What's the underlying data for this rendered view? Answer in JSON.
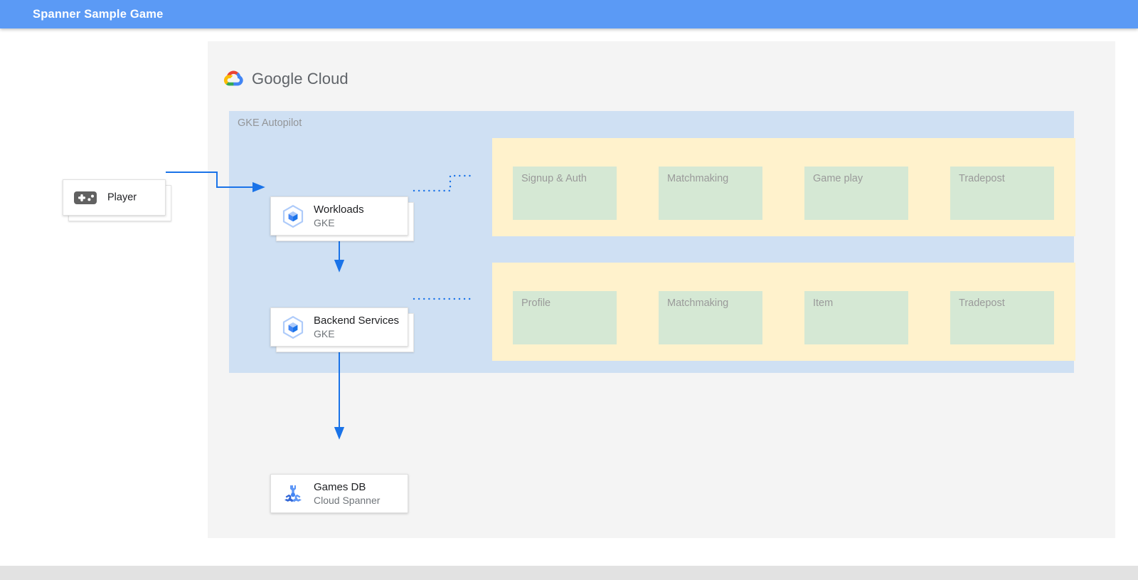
{
  "appbar": {
    "title": "Spanner Sample Game"
  },
  "brand": {
    "logo_icon": "google-cloud-logo-icon",
    "name_primary": "Google",
    "name_secondary": "Cloud",
    "full_text": "Google Cloud"
  },
  "zone": {
    "label": "GKE Autopilot",
    "fill": "#cfe0f3"
  },
  "nodes": {
    "player": {
      "title": "Player",
      "subtitle": "",
      "icon": "gamepad-icon"
    },
    "workloads": {
      "title": "Workloads",
      "subtitle": "GKE",
      "icon": "gke-hexagon-icon"
    },
    "backend": {
      "title": "Backend Services",
      "subtitle": "GKE",
      "icon": "gke-hexagon-icon"
    },
    "gamesdb": {
      "title": "Games DB",
      "subtitle": "Cloud Spanner",
      "icon": "cloud-spanner-icon"
    }
  },
  "service_groups": [
    {
      "name": "workloads-services",
      "fill": "#fff2cc",
      "boxes": [
        {
          "label": "Signup & Auth"
        },
        {
          "label": "Matchmaking"
        },
        {
          "label": "Game play"
        },
        {
          "label": "Tradepost"
        }
      ]
    },
    {
      "name": "backend-services",
      "fill": "#fff2cc",
      "boxes": [
        {
          "label": "Profile"
        },
        {
          "label": "Matchmaking"
        },
        {
          "label": "Item"
        },
        {
          "label": "Tradepost"
        }
      ]
    }
  ],
  "connectors": [
    {
      "from": "player",
      "to": "workloads",
      "style": "solid-arrow"
    },
    {
      "from": "workloads",
      "to": "workloads-services",
      "style": "dotted"
    },
    {
      "from": "workloads",
      "to": "backend",
      "style": "solid-arrow"
    },
    {
      "from": "backend",
      "to": "backend-services",
      "style": "dotted"
    },
    {
      "from": "backend",
      "to": "gamesdb",
      "style": "solid-arrow"
    }
  ],
  "colors": {
    "appbar": "#5b9af5",
    "panel": "#f4f4f4",
    "zone": "#cfe0f3",
    "group": "#fff2cc",
    "service_box": "#d5e8d4",
    "connector": "#1a73e8",
    "bottom_strip": "#e2e2e2"
  }
}
